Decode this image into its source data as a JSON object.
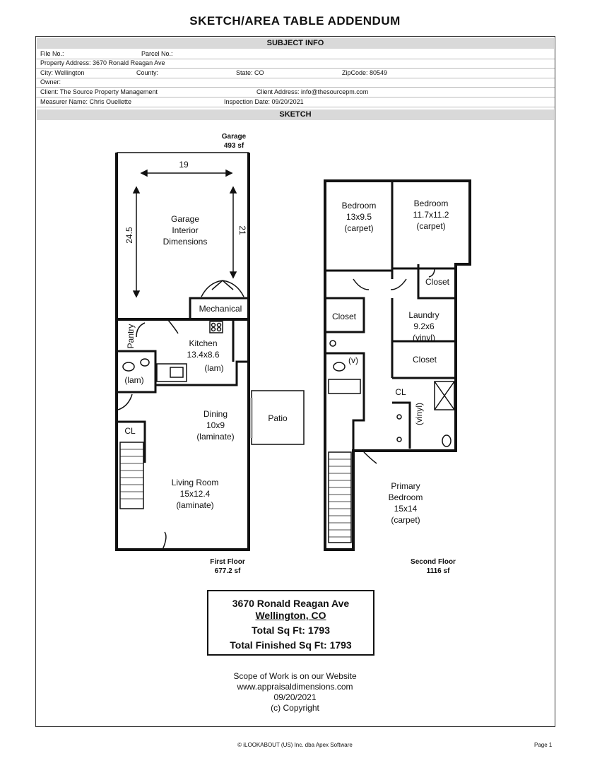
{
  "title": "SKETCH/AREA TABLE ADDENDUM",
  "subject_info": {
    "header": "SUBJECT INFO",
    "file_no_label": "File No.:",
    "parcel_no_label": "Parcel No.:",
    "property_address": "Property Address: 3670 Ronald Reagan Ave",
    "city": "City: Wellington",
    "county_label": "County:",
    "state": "State: CO",
    "zipcode": "ZipCode: 80549",
    "owner_label": "Owner:",
    "client": "Client: The Source Property Management",
    "client_address": "Client Address: info@thesourcepm.com",
    "measurer": "Measurer Name: Chris Ouellette",
    "inspection_date": "Inspection Date: 09/20/2021"
  },
  "sketch_header": "SKETCH",
  "garage": {
    "caption_name": "Garage",
    "caption_area": "493 sf",
    "width_dim": "19",
    "depth_dim_left": "24.5",
    "depth_dim_right": "21",
    "interior_line1": "Garage",
    "interior_line2": "Interior",
    "interior_line3": "Dimensions"
  },
  "first_floor": {
    "caption_name": "First Floor",
    "caption_area": "677.2 sf",
    "mechanical": "Mechanical",
    "pantry": "Pantry",
    "kitchen_name": "Kitchen",
    "kitchen_size": "13.4x8.6",
    "kitchen_floor": "(lam)",
    "bath_floor": "(lam)",
    "closet": "CL",
    "dining_name": "Dining",
    "dining_size": "10x9",
    "dining_floor": "(laminate)",
    "patio": "Patio",
    "living_name": "Living Room",
    "living_size": "15x12.4",
    "living_floor": "(laminate)"
  },
  "second_floor": {
    "caption_name": "Second Floor",
    "caption_area": "1116 sf",
    "bedroom1_name": "Bedroom",
    "bedroom1_size": "13x9.5",
    "bedroom1_floor": "(carpet)",
    "bedroom2_name": "Bedroom",
    "bedroom2_size": "11.7x11.2",
    "bedroom2_floor": "(carpet)",
    "closet_a": "Closet",
    "closet_b": "Closet",
    "closet_c": "Closet",
    "laundry_name": "Laundry",
    "laundry_size": "9.2x6",
    "laundry_floor": "(vinyl)",
    "bath_floor": "(v)",
    "cl": "CL",
    "bath2_floor": "(vinyl)",
    "primary_name": "Primary",
    "primary_name2": "Bedroom",
    "primary_size": "15x14",
    "primary_floor": "(carpet)"
  },
  "summary": {
    "address_line1": "3670 Ronald Reagan Ave",
    "address_line2": "Wellington, CO",
    "total_sqft": "Total Sq Ft: 1793",
    "total_finished": "Total Finished Sq Ft: 1793"
  },
  "scope": {
    "line1": "Scope of Work is on our Website",
    "line2": "www.appraisaldimensions.com",
    "line3": "09/20/2021",
    "line4": "(c) Copyright"
  },
  "footer": {
    "copyright": "© iLOOKABOUT (US) Inc. dba Apex Software",
    "page": "Page 1"
  }
}
